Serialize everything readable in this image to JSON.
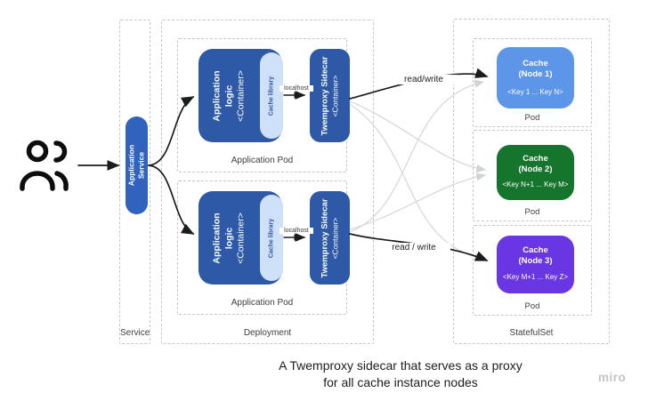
{
  "colors": {
    "container_blue": "#2d59a7",
    "pill_light_blue": "#cfe1f8",
    "service_blue": "#2f63bd",
    "node1_blue": "#5d96e8",
    "node2_green": "#15752c",
    "node3_purple": "#6a35e2"
  },
  "service_group": {
    "label": "Service",
    "service_pill": {
      "line1": "Application",
      "line2": "Service"
    }
  },
  "deployment": {
    "label": "Deployment",
    "pods": [
      {
        "label": "Application Pod",
        "app_logic": {
          "line1": "Application",
          "line2": "logic",
          "line3": "<Container>"
        },
        "cache_library_label": "Cache library",
        "localhost_label": "localhost",
        "sidecar": {
          "line1": "Twemproxy Sidecar",
          "line2": "<Container>"
        }
      },
      {
        "label": "Application Pod",
        "app_logic": {
          "line1": "Application",
          "line2": "logic",
          "line3": "<Container>"
        },
        "cache_library_label": "Cache library",
        "localhost_label": "localhost",
        "sidecar": {
          "line1": "Twemproxy Sidecar",
          "line2": "<Container>"
        }
      }
    ]
  },
  "statefulset": {
    "label": "StatefulSet",
    "pods": [
      {
        "label": "Pod",
        "title": "Cache",
        "node": "(Node 1)",
        "keys": "<Key 1 ... Key N>",
        "color": "#5d96e8"
      },
      {
        "label": "Pod",
        "title": "Cache",
        "node": "(Node 2)",
        "keys": "<Key N+1 ... Key M>",
        "color": "#15752c"
      },
      {
        "label": "Pod",
        "title": "Cache",
        "node": "(Node 3)",
        "keys": "<Key M+1 ... Key Z>",
        "color": "#6a35e2"
      }
    ]
  },
  "edges": {
    "read_write_top": "read/write",
    "read_write_bottom": "read / write"
  },
  "caption": {
    "line1": "A Twemproxy sidecar that serves as a proxy",
    "line2": "for all cache instance nodes"
  },
  "watermark": "miro"
}
